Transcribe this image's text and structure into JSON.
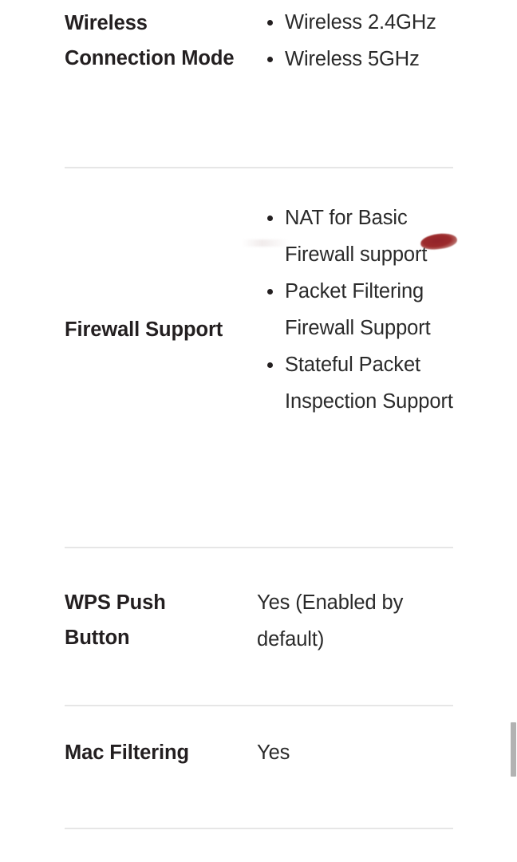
{
  "document": {
    "type": "specification-table",
    "background_color": "#ffffff",
    "text_color": "#231f20",
    "divider_color": "#e6e6e6"
  },
  "rows": [
    {
      "id": "wireless-connection-mode",
      "label": "Wireless Connection Mode",
      "value_type": "bullets",
      "values": [
        "Wireless 2.4GHz",
        "Wireless 5GHz"
      ]
    },
    {
      "id": "firewall-support",
      "label": "Firewall Support",
      "value_type": "bullets",
      "values": [
        "NAT for Basic Firewall support",
        "Packet Filtering Firewall Support",
        "Stateful Packet Inspection Support"
      ]
    },
    {
      "id": "wps-push-button",
      "label": "WPS Push Button",
      "value_type": "text",
      "values": [
        "Yes (Enabled by default)"
      ]
    },
    {
      "id": "mac-filtering",
      "label": "Mac Filtering",
      "value_type": "text",
      "values": [
        "Yes"
      ]
    }
  ],
  "scrollbar": {
    "thumb_color": "#b2b2b2",
    "position": "right"
  },
  "artifacts": {
    "red_smudge_color": "#9c2b2c",
    "red_smudge_note": "dark red ink smudge overlapping the word support"
  }
}
